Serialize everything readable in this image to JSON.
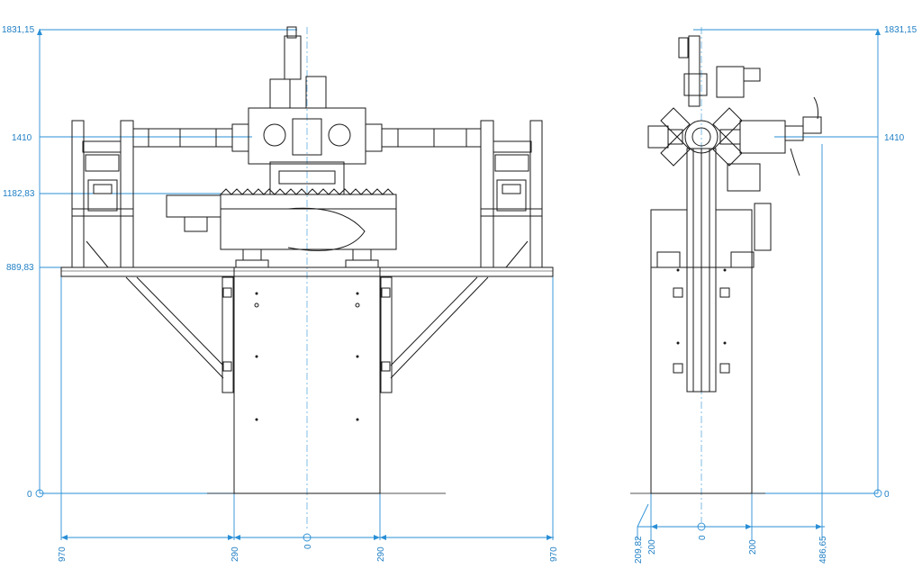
{
  "drawing": {
    "accent_color": "#1f7fc4",
    "front_view": {
      "height_labels": [
        "1831,15",
        "1410",
        "1182,83",
        "889,83",
        "0"
      ],
      "width_labels": [
        "970",
        "290",
        "0",
        "290",
        "970"
      ]
    },
    "side_view": {
      "height_labels": [
        "1831,15",
        "1410",
        "0"
      ],
      "width_labels": [
        "209,82",
        "200",
        "0",
        "200",
        "486,65"
      ]
    }
  }
}
